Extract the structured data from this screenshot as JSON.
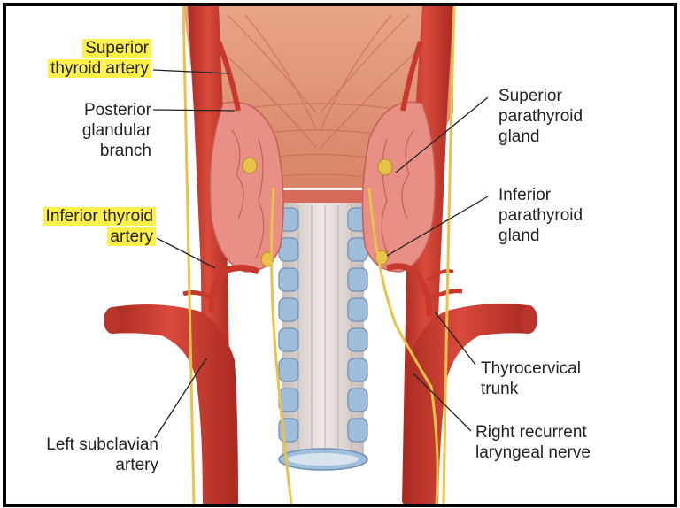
{
  "labels": {
    "superior_thyroid_artery": [
      "Superior",
      "thyroid artery"
    ],
    "posterior_glandular_branch": [
      "Posterior",
      "glandular",
      "branch"
    ],
    "inferior_thyroid_artery": [
      "Inferior thyroid",
      "artery"
    ],
    "left_subclavian_artery": [
      "Left subclavian",
      "artery"
    ],
    "superior_parathyroid_gland": [
      "Superior",
      "parathyroid",
      "gland"
    ],
    "inferior_parathyroid_gland": [
      "Inferior",
      "parathyroid",
      "gland"
    ],
    "thyrocervical_trunk": [
      "Thyrocervical",
      "trunk"
    ],
    "right_recurrent_laryngeal_nerve": [
      "Right recurrent",
      "laryngeal nerve"
    ]
  },
  "highlighted": [
    "superior_thyroid_artery",
    "inferior_thyroid_artery"
  ],
  "colors": {
    "highlight": "#fff04a",
    "artery": "#c9382c",
    "muscle": "#e49a7c",
    "gland": "#e98f86",
    "trachea_cartilage": "#9fbedc",
    "nerve": "#e9c24c",
    "leader_line": "#222222"
  }
}
